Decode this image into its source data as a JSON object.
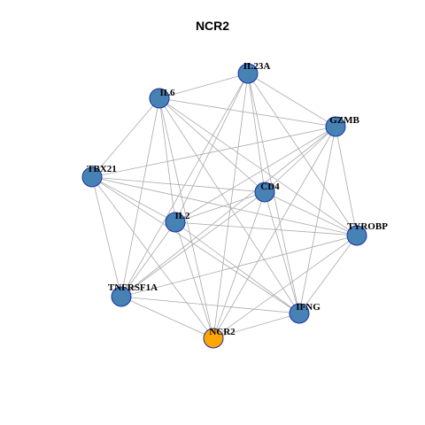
{
  "title": "NCR2",
  "colors": {
    "node_default": "#4682b4",
    "node_focus": "#ffa500",
    "node_border": "#1d2fa6",
    "edge": "#aaaaaa"
  },
  "network": {
    "nodes": [
      {
        "id": "IL23A",
        "label": "IL23A",
        "focus": false
      },
      {
        "id": "IL6",
        "label": "IL6",
        "focus": false
      },
      {
        "id": "GZMB",
        "label": "GZMB",
        "focus": false
      },
      {
        "id": "TBX21",
        "label": "TBX21",
        "focus": false
      },
      {
        "id": "CD4",
        "label": "CD4",
        "focus": false
      },
      {
        "id": "IL2",
        "label": "IL2",
        "focus": false
      },
      {
        "id": "TYROBP",
        "label": "TYROBP",
        "focus": false
      },
      {
        "id": "TNFRSF1A",
        "label": "TNFRSF1A",
        "focus": false
      },
      {
        "id": "IFNG",
        "label": "IFNG",
        "focus": false
      },
      {
        "id": "NCR2",
        "label": "NCR2",
        "focus": true
      }
    ],
    "edges": [
      [
        "IL23A",
        "IL6"
      ],
      [
        "IL23A",
        "GZMB"
      ],
      [
        "IL23A",
        "CD4"
      ],
      [
        "IL23A",
        "IL2"
      ],
      [
        "IL23A",
        "TYROBP"
      ],
      [
        "IL23A",
        "TNFRSF1A"
      ],
      [
        "IL23A",
        "IFNG"
      ],
      [
        "IL23A",
        "NCR2"
      ],
      [
        "IL6",
        "GZMB"
      ],
      [
        "IL6",
        "CD4"
      ],
      [
        "IL6",
        "IL2"
      ],
      [
        "IL6",
        "TYROBP"
      ],
      [
        "IL6",
        "TNFRSF1A"
      ],
      [
        "IL6",
        "IFNG"
      ],
      [
        "IL6",
        "NCR2"
      ],
      [
        "IL6",
        "TBX21"
      ],
      [
        "GZMB",
        "TBX21"
      ],
      [
        "GZMB",
        "CD4"
      ],
      [
        "GZMB",
        "IL2"
      ],
      [
        "GZMB",
        "TYROBP"
      ],
      [
        "GZMB",
        "TNFRSF1A"
      ],
      [
        "GZMB",
        "IFNG"
      ],
      [
        "GZMB",
        "NCR2"
      ],
      [
        "TBX21",
        "CD4"
      ],
      [
        "TBX21",
        "IL2"
      ],
      [
        "TBX21",
        "TYROBP"
      ],
      [
        "TBX21",
        "TNFRSF1A"
      ],
      [
        "TBX21",
        "NCR2"
      ],
      [
        "TBX21",
        "IFNG"
      ],
      [
        "CD4",
        "IL2"
      ],
      [
        "CD4",
        "TYROBP"
      ],
      [
        "CD4",
        "TNFRSF1A"
      ],
      [
        "CD4",
        "IFNG"
      ],
      [
        "CD4",
        "NCR2"
      ],
      [
        "IL2",
        "TYROBP"
      ],
      [
        "IL2",
        "TNFRSF1A"
      ],
      [
        "IL2",
        "IFNG"
      ],
      [
        "IL2",
        "NCR2"
      ],
      [
        "TYROBP",
        "TNFRSF1A"
      ],
      [
        "TYROBP",
        "IFNG"
      ],
      [
        "TYROBP",
        "NCR2"
      ],
      [
        "TNFRSF1A",
        "IFNG"
      ],
      [
        "TNFRSF1A",
        "NCR2"
      ],
      [
        "IFNG",
        "NCR2"
      ]
    ]
  }
}
